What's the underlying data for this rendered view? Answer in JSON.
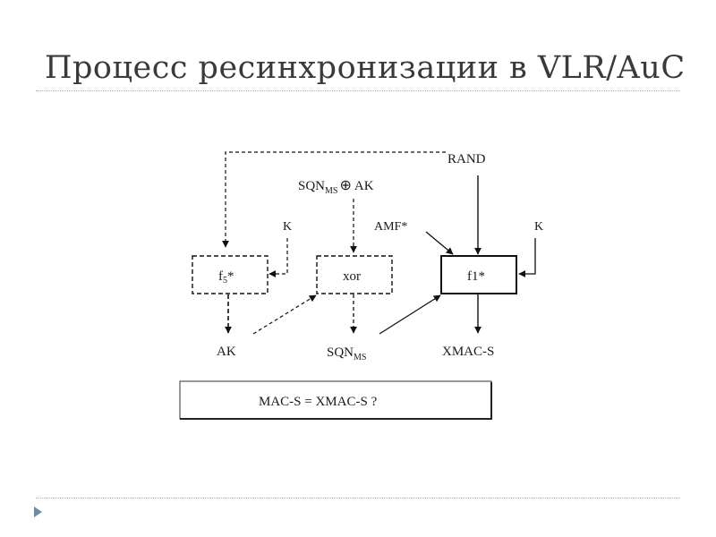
{
  "slide": {
    "title": "Процесс ресинхронизации в VLR/AuC"
  },
  "diagram": {
    "rand_label": "RAND",
    "sqn_ak_label": {
      "base": "SQN",
      "sub": "MS",
      "op": "⊕",
      "tail": "AK"
    },
    "k_left_label": "K",
    "k_right_label": "K",
    "amf_label": "AMF*",
    "f5_block": {
      "base": "f",
      "sub": "5",
      "tail": "*"
    },
    "xor_block": "xor",
    "f1_block": "f1*",
    "ak_output": "AK",
    "sqn_output": {
      "base": "SQN",
      "sub": "MS"
    },
    "xmac_output": "XMAC-S",
    "comparison": "MAC-S = XMAC-S ?"
  }
}
